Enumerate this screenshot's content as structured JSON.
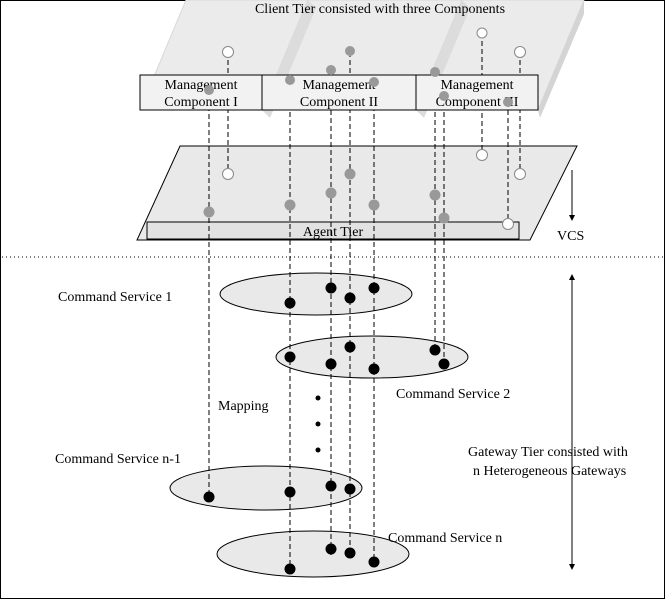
{
  "client_tier": {
    "title": "Client Tier consisted with three Components",
    "components": [
      {
        "line1": "Management",
        "line2": "Component I"
      },
      {
        "line1": "Management",
        "line2": "Component II"
      },
      {
        "line1": "Management",
        "line2": "Component III"
      }
    ]
  },
  "agent_tier": {
    "label": "Agent Tier"
  },
  "vcs": {
    "label": "VCS"
  },
  "gateway_tier": {
    "line1": "Gateway Tier consisted with",
    "line2": "n Heterogeneous Gateways"
  },
  "command_services": [
    {
      "label": "Command Service 1"
    },
    {
      "label": "Command Service 2"
    },
    {
      "label": "Command Service n-1"
    },
    {
      "label": "Command Service n"
    }
  ],
  "mapping": {
    "label": "Mapping"
  }
}
